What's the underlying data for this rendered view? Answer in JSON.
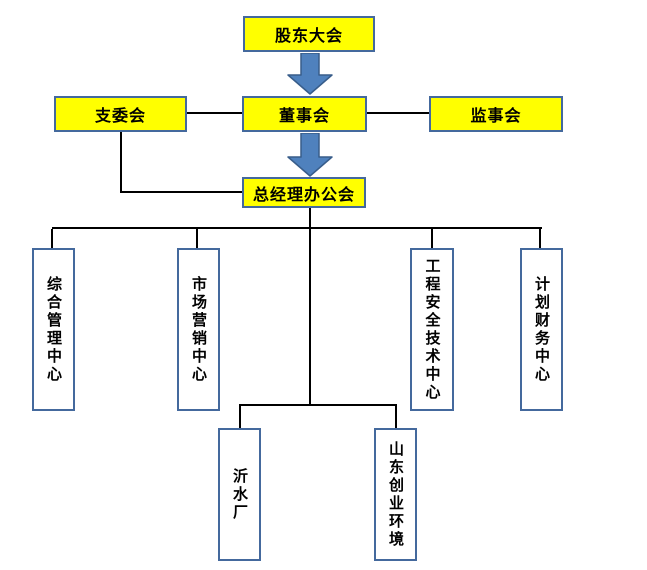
{
  "colors": {
    "background": "#ffffff",
    "node_fill_yellow": "#ffff00",
    "node_fill_white": "#ffffff",
    "node_border_blue": "#44699d",
    "arrow_fill": "#4f81bd",
    "arrow_border": "#385d8a",
    "connector_line": "#000000",
    "text": "#000000"
  },
  "icons": {
    "down_arrow": "block-arrow-down"
  },
  "org_chart": {
    "nodes": {
      "shareholders": {
        "label": "股东大会"
      },
      "branch_committee": {
        "label": "支委会"
      },
      "board": {
        "label": "董事会"
      },
      "supervisors": {
        "label": "监事会"
      },
      "gm_office": {
        "label": "总经理办公会"
      },
      "dept_general_management": {
        "label": "综合管理中心"
      },
      "dept_marketing": {
        "label": "市场营销中心"
      },
      "dept_engineering_safety": {
        "label": "工程安全技术中心"
      },
      "dept_planning_finance": {
        "label": "计划财务中心"
      },
      "sub_yishui_plant": {
        "label": "沂水厂"
      },
      "sub_shandong_chuangye": {
        "label": "山东创业环境"
      }
    },
    "edges": [
      {
        "from": "股东大会",
        "to": "董事会",
        "type": "arrow"
      },
      {
        "from": "董事会",
        "to": "总经理办公会",
        "type": "arrow"
      },
      {
        "from": "支委会",
        "to": "董事会",
        "type": "line"
      },
      {
        "from": "董事会",
        "to": "监事会",
        "type": "line"
      },
      {
        "from": "支委会",
        "to": "总经理办公会",
        "type": "line"
      },
      {
        "from": "总经理办公会",
        "to": "综合管理中心",
        "type": "line"
      },
      {
        "from": "总经理办公会",
        "to": "市场营销中心",
        "type": "line"
      },
      {
        "from": "总经理办公会",
        "to": "工程安全技术中心",
        "type": "line"
      },
      {
        "from": "总经理办公会",
        "to": "计划财务中心",
        "type": "line"
      },
      {
        "from": "总经理办公会",
        "to": "沂水厂",
        "type": "line"
      },
      {
        "from": "总经理办公会",
        "to": "山东创业环境",
        "type": "line"
      }
    ]
  }
}
